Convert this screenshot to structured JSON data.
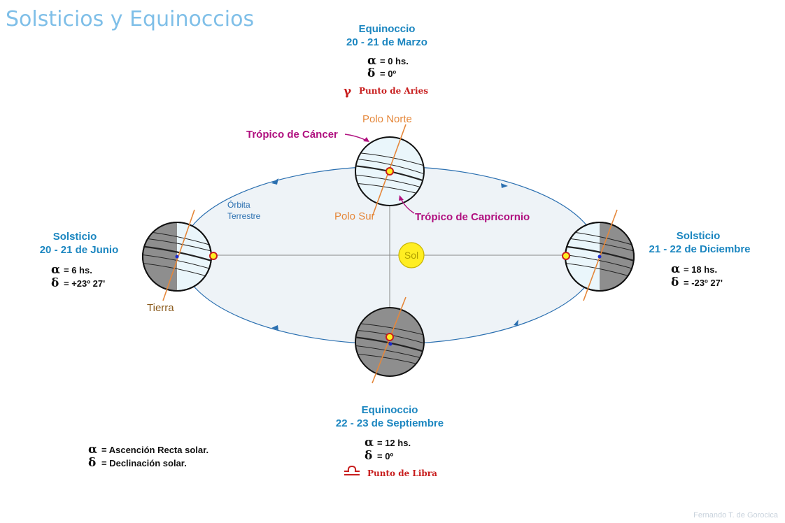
{
  "title": "Solsticios y Equinoccios",
  "credit": "Fernando T. de Gorocica",
  "sun": "Sol",
  "orbit": {
    "line1": "Órbita",
    "line2": "Terrestre"
  },
  "earth_label": "Tierra",
  "poles": {
    "north": "Polo Norte",
    "south": "Polo Sur"
  },
  "tropics": {
    "cancer": "Trópico de Cáncer",
    "capricorn": "Trópico de Capricornio"
  },
  "symbols": {
    "alpha": "α",
    "delta": "δ",
    "aries": "γ"
  },
  "march": {
    "name": "Equinoccio",
    "date": "20 - 21 de Marzo",
    "alpha": "=  0 hs.",
    "delta": "=  0º",
    "point": "Punto de Aries"
  },
  "september": {
    "name": "Equinoccio",
    "date": "22 - 23 de Septiembre",
    "alpha": "=  12 hs.",
    "delta": "=  0º",
    "point": "Punto de Libra"
  },
  "june": {
    "name": "Solsticio",
    "date": "20 - 21 de Junio",
    "alpha": "=  6 hs.",
    "delta": "=  +23º 27'"
  },
  "december": {
    "name": "Solsticio",
    "date": "21 - 22 de Diciembre",
    "alpha": "=  18 hs.",
    "delta": "=  -23º 27'"
  },
  "legend": {
    "alpha": "=  Ascención Recta solar.",
    "delta": "=  Declinación solar."
  },
  "colors": {
    "heading": "#1b86c0",
    "tropic": "#b0107f",
    "pole": "#e5873a",
    "orbit_line": "#2a6fb0",
    "sun": "#ffee22",
    "orbit_fill": "#eef3f7"
  }
}
